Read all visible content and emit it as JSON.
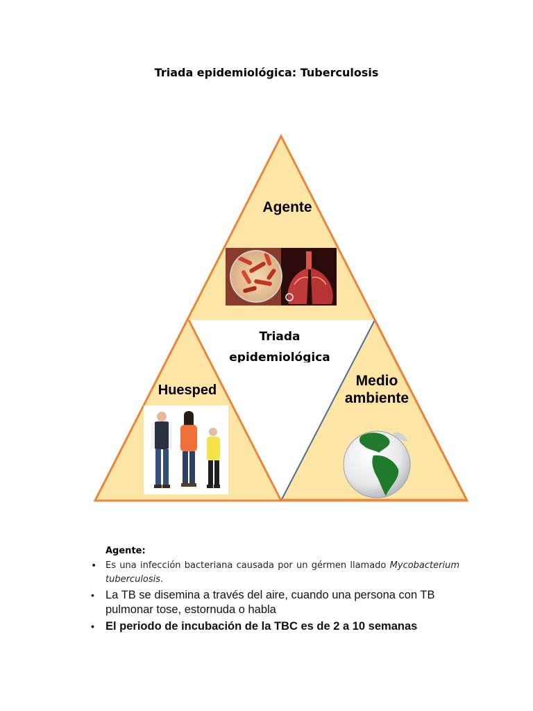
{
  "page": {
    "title": "Triada epidemiológica: Tuberculosis"
  },
  "diagram": {
    "center_label": "Triada epidemiológica",
    "vertices": [
      {
        "label": "Agente",
        "image": "bacteria-and-lungs-image"
      },
      {
        "label": "Huesped",
        "image": "family-people-image"
      },
      {
        "label": "Medio ambiente",
        "image": "globe-image"
      }
    ],
    "colors": {
      "fill": "#fde5a6",
      "outline": "#e8873a",
      "blue_outline": "#4d6d95",
      "globe_land": "#1f7a2b"
    }
  },
  "section": {
    "heading": "Agente:",
    "bullets": [
      {
        "text_before": "Es una infección bacteriana causada por un gérmen llamado ",
        "italic": "Mycobacterium tuberculosis",
        "text_after": "."
      },
      {
        "text": "La TB se disemina a través del aire, cuando una persona con TB pulmonar tose, estornuda o habla"
      },
      {
        "text": "El periodo de incubación de la TBC es de 2 a 10 semanas"
      }
    ]
  }
}
